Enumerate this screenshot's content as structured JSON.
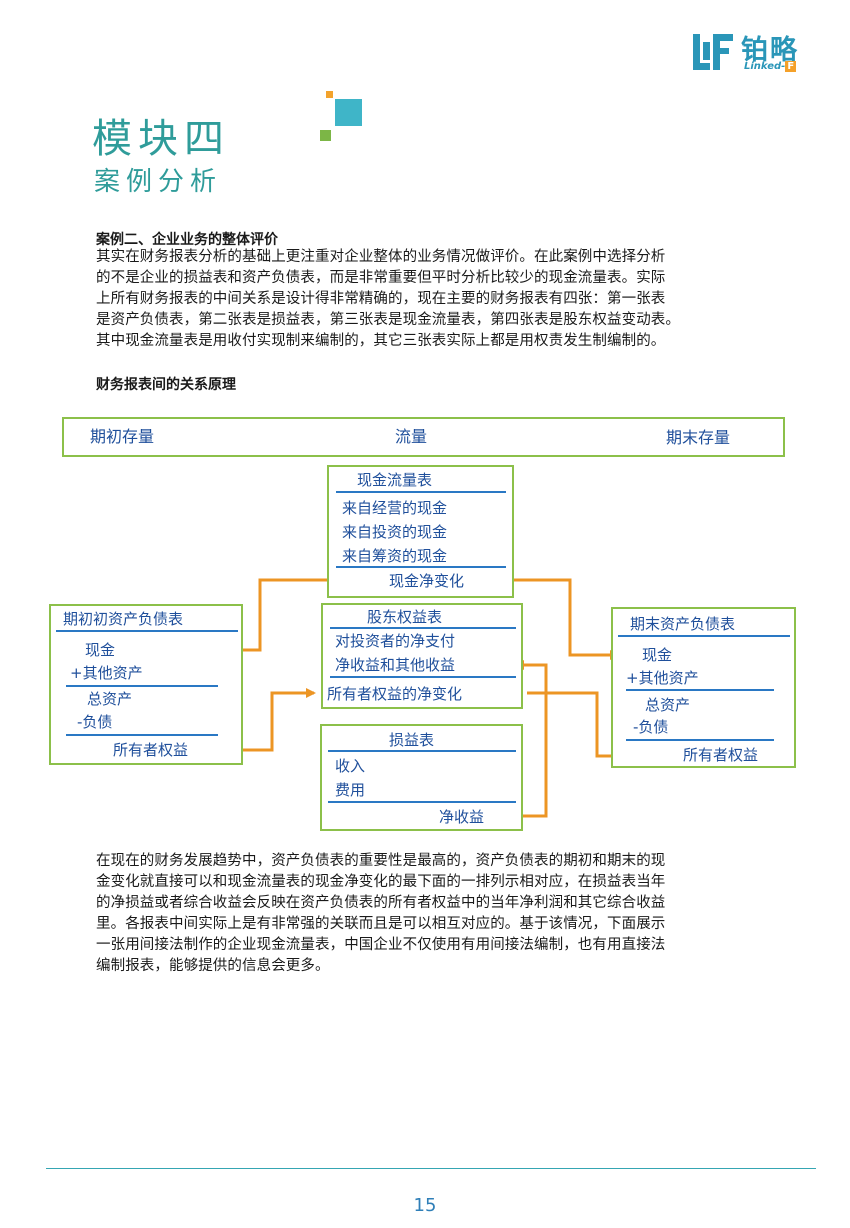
{
  "brand": {
    "name_cn": "铂略",
    "name_en_prefix": "Linked-",
    "name_en_suffix": "F"
  },
  "module": {
    "title": "模块四",
    "subtitle": "案例分析"
  },
  "case": {
    "title": "案例二、企业业务的整体评价",
    "intro_lines": [
      "其实在财务报表分析的基础上更注重对企业整体的业务情况做评价。在此案例中选择分析",
      "的不是企业的损益表和资产负债表，而是非常重要但平时分析比较少的现金流量表。实际",
      "上所有财务报表的中间关系是设计得非常精确的，现在主要的财务报表有四张：第一张表",
      "是资产负债表，第二张表是损益表，第三张表是现金流量表，第四张表是股东权益变动表。",
      "其中现金流量表是用收付实现制来编制的，其它三张表实际上都是用权责发生制编制的。"
    ]
  },
  "section_title": "财务报表间的关系原理",
  "diagram": {
    "flow": {
      "start": "期初存量",
      "middle": "流量",
      "end": "期末存量"
    },
    "cash_flow": {
      "title": "现金流量表",
      "operating": "来自经营的现金",
      "investing": "来自投资的现金",
      "financing": "来自筹资的现金",
      "net_change": "现金净变化"
    },
    "opening_bs": {
      "title": "期初初资产负债表",
      "cash": "现金",
      "other_assets": "+其他资产",
      "total_assets": "总资产",
      "liabilities": "-负债",
      "equity": "所有者权益"
    },
    "equity_stmt": {
      "title": "股东权益表",
      "net_payout": "对投资者的净支付",
      "income": "净收益和其他收益",
      "net_change": "所有者权益的净变化"
    },
    "closing_bs": {
      "title": "期末资产负债表",
      "cash": "现金",
      "other_assets": "+其他资产",
      "total_assets": "总资产",
      "liabilities": "-负债",
      "equity": "所有者权益"
    },
    "income_stmt": {
      "title": "损益表",
      "revenue": "收入",
      "expense": "费用",
      "net_income": "净收益"
    },
    "colors": {
      "arrow": "#ec9524",
      "box_border": "#8cc04a",
      "text": "#1f4f9b",
      "rule": "#2a78c4"
    }
  },
  "conclusion_lines": [
    "在现在的财务发展趋势中，资产负债表的重要性是最高的，资产负债表的期初和期末的现",
    "金变化就直接可以和现金流量表的现金净变化的最下面的一排列示相对应，在损益表当年",
    "的净损益或者综合收益会反映在资产负债表的所有者权益中的当年净利润和其它综合收益",
    "里。各报表中间实际上是有非常强的关联而且是可以相互对应的。基于该情况，下面展示",
    "一张用间接法制作的企业现金流量表，中国企业不仅使用有用间接法编制，也有用直接法",
    "编制报表，能够提供的信息会更多。"
  ],
  "page_number": "15"
}
